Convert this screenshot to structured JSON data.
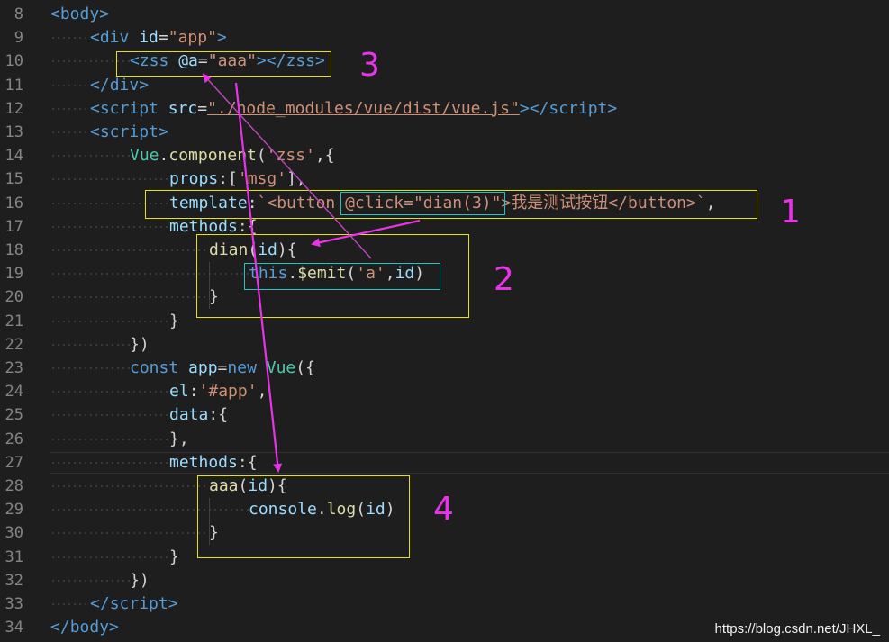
{
  "accent_color": "#e834e8",
  "box_color": "#e5e500",
  "emit_box_color": "#22c3c3",
  "lines": [
    {
      "n": "8",
      "indent": 0,
      "tokens": [
        [
          "<",
          "tag"
        ],
        [
          "body",
          "tag"
        ],
        [
          ">",
          "tag"
        ]
      ]
    },
    {
      "n": "9",
      "indent": 1,
      "tokens": [
        [
          "<",
          "tag"
        ],
        [
          "div",
          "tag"
        ],
        [
          " ",
          ""
        ],
        [
          "id",
          "attr"
        ],
        [
          "=",
          "punct"
        ],
        [
          "\"app\"",
          "string"
        ],
        [
          ">",
          "tag"
        ]
      ]
    },
    {
      "n": "10",
      "indent": 2,
      "tokens": [
        [
          "<",
          "tag"
        ],
        [
          "zss",
          "tag"
        ],
        [
          " ",
          ""
        ],
        [
          "@a",
          "attr"
        ],
        [
          "=",
          "punct"
        ],
        [
          "\"aaa\"",
          "string"
        ],
        [
          "></",
          "tag"
        ],
        [
          "zss",
          "tag"
        ],
        [
          ">",
          "tag"
        ]
      ]
    },
    {
      "n": "11",
      "indent": 1,
      "tokens": [
        [
          "</",
          "tag"
        ],
        [
          "div",
          "tag"
        ],
        [
          ">",
          "tag"
        ]
      ]
    },
    {
      "n": "12",
      "indent": 1,
      "tokens": [
        [
          "<",
          "tag"
        ],
        [
          "script",
          "tag"
        ],
        [
          " ",
          ""
        ],
        [
          "src",
          "attr"
        ],
        [
          "=",
          "punct"
        ],
        [
          "\"./node_modules/vue/dist/vue.js\"",
          "string ul"
        ],
        [
          "></",
          "tag"
        ],
        [
          "script",
          "tag"
        ],
        [
          ">",
          "tag"
        ]
      ]
    },
    {
      "n": "13",
      "indent": 1,
      "tokens": [
        [
          "<",
          "tag"
        ],
        [
          "script",
          "tag"
        ],
        [
          ">",
          "tag"
        ]
      ]
    },
    {
      "n": "14",
      "indent": 2,
      "tokens": [
        [
          "Vue",
          "cls"
        ],
        [
          ".",
          "punct"
        ],
        [
          "component",
          "fn"
        ],
        [
          "(",
          "punct"
        ],
        [
          "'zss'",
          "string"
        ],
        [
          ",{",
          "punct"
        ]
      ]
    },
    {
      "n": "15",
      "indent": 3,
      "tokens": [
        [
          "props",
          "prop"
        ],
        [
          ":[",
          "punct"
        ],
        [
          "'msg'",
          "string"
        ],
        [
          "],",
          "punct"
        ]
      ]
    },
    {
      "n": "16",
      "indent": 3,
      "tokens": [
        [
          "template",
          "prop"
        ],
        [
          ":",
          "punct"
        ],
        [
          "`<button @click=\"dian(3)\">我是测试按钮</button>`",
          "string"
        ],
        [
          ",",
          "punct"
        ]
      ]
    },
    {
      "n": "17",
      "indent": 3,
      "tokens": [
        [
          "methods",
          "prop"
        ],
        [
          ":{",
          "punct"
        ]
      ]
    },
    {
      "n": "18",
      "indent": 4,
      "tokens": [
        [
          "dian",
          "fn"
        ],
        [
          "(",
          "punct"
        ],
        [
          "id",
          "attr"
        ],
        [
          "){",
          "punct"
        ]
      ]
    },
    {
      "n": "19",
      "indent": 5,
      "tokens": [
        [
          "this",
          "keyword"
        ],
        [
          ".",
          "punct"
        ],
        [
          "$emit",
          "fn"
        ],
        [
          "(",
          "punct"
        ],
        [
          "'a'",
          "string"
        ],
        [
          ",",
          "punct"
        ],
        [
          "id",
          "attr"
        ],
        [
          ")",
          "punct"
        ]
      ]
    },
    {
      "n": "20",
      "indent": 4,
      "tokens": [
        [
          "}",
          "punct"
        ]
      ]
    },
    {
      "n": "21",
      "indent": 3,
      "tokens": [
        [
          "}",
          "punct"
        ]
      ]
    },
    {
      "n": "22",
      "indent": 2,
      "tokens": [
        [
          "})",
          "punct"
        ]
      ]
    },
    {
      "n": "23",
      "indent": 2,
      "tokens": [
        [
          "const",
          "keyword"
        ],
        [
          " ",
          ""
        ],
        [
          "app",
          "attr"
        ],
        [
          "=",
          "punct"
        ],
        [
          "new",
          "keyword"
        ],
        [
          " ",
          ""
        ],
        [
          "Vue",
          "cls"
        ],
        [
          "({",
          "punct"
        ]
      ]
    },
    {
      "n": "24",
      "indent": 3,
      "tokens": [
        [
          "el",
          "prop"
        ],
        [
          ":",
          "punct"
        ],
        [
          "'#app'",
          "string"
        ],
        [
          ",",
          "punct"
        ]
      ]
    },
    {
      "n": "25",
      "indent": 3,
      "tokens": [
        [
          "data",
          "prop"
        ],
        [
          ":{",
          "punct"
        ]
      ]
    },
    {
      "n": "26",
      "indent": 3,
      "tokens": [
        [
          "},",
          "punct"
        ]
      ]
    },
    {
      "n": "27",
      "indent": 3,
      "tokens": [
        [
          "methods",
          "prop"
        ],
        [
          ":{",
          "punct"
        ]
      ]
    },
    {
      "n": "28",
      "indent": 4,
      "tokens": [
        [
          "aaa",
          "fn"
        ],
        [
          "(",
          "punct"
        ],
        [
          "id",
          "attr"
        ],
        [
          "){",
          "punct"
        ]
      ]
    },
    {
      "n": "29",
      "indent": 5,
      "tokens": [
        [
          "console",
          "attr"
        ],
        [
          ".",
          "punct"
        ],
        [
          "log",
          "fn"
        ],
        [
          "(",
          "punct"
        ],
        [
          "id",
          "attr"
        ],
        [
          ")",
          "punct"
        ]
      ]
    },
    {
      "n": "30",
      "indent": 4,
      "tokens": [
        [
          "}",
          "punct"
        ]
      ]
    },
    {
      "n": "31",
      "indent": 3,
      "tokens": [
        [
          "}",
          "punct"
        ]
      ]
    },
    {
      "n": "32",
      "indent": 2,
      "tokens": [
        [
          "})",
          "punct"
        ]
      ]
    },
    {
      "n": "33",
      "indent": 1,
      "tokens": [
        [
          "</",
          "tag"
        ],
        [
          "script",
          "tag"
        ],
        [
          ">",
          "tag"
        ]
      ]
    },
    {
      "n": "34",
      "indent": 0,
      "tokens": [
        [
          "</",
          "tag"
        ],
        [
          "body",
          "tag"
        ],
        [
          ">",
          "tag"
        ]
      ]
    }
  ],
  "annotations": {
    "one": "1",
    "two": "2",
    "three": "3",
    "four": "4"
  },
  "watermark": "https://blog.csdn.net/JHXL_"
}
